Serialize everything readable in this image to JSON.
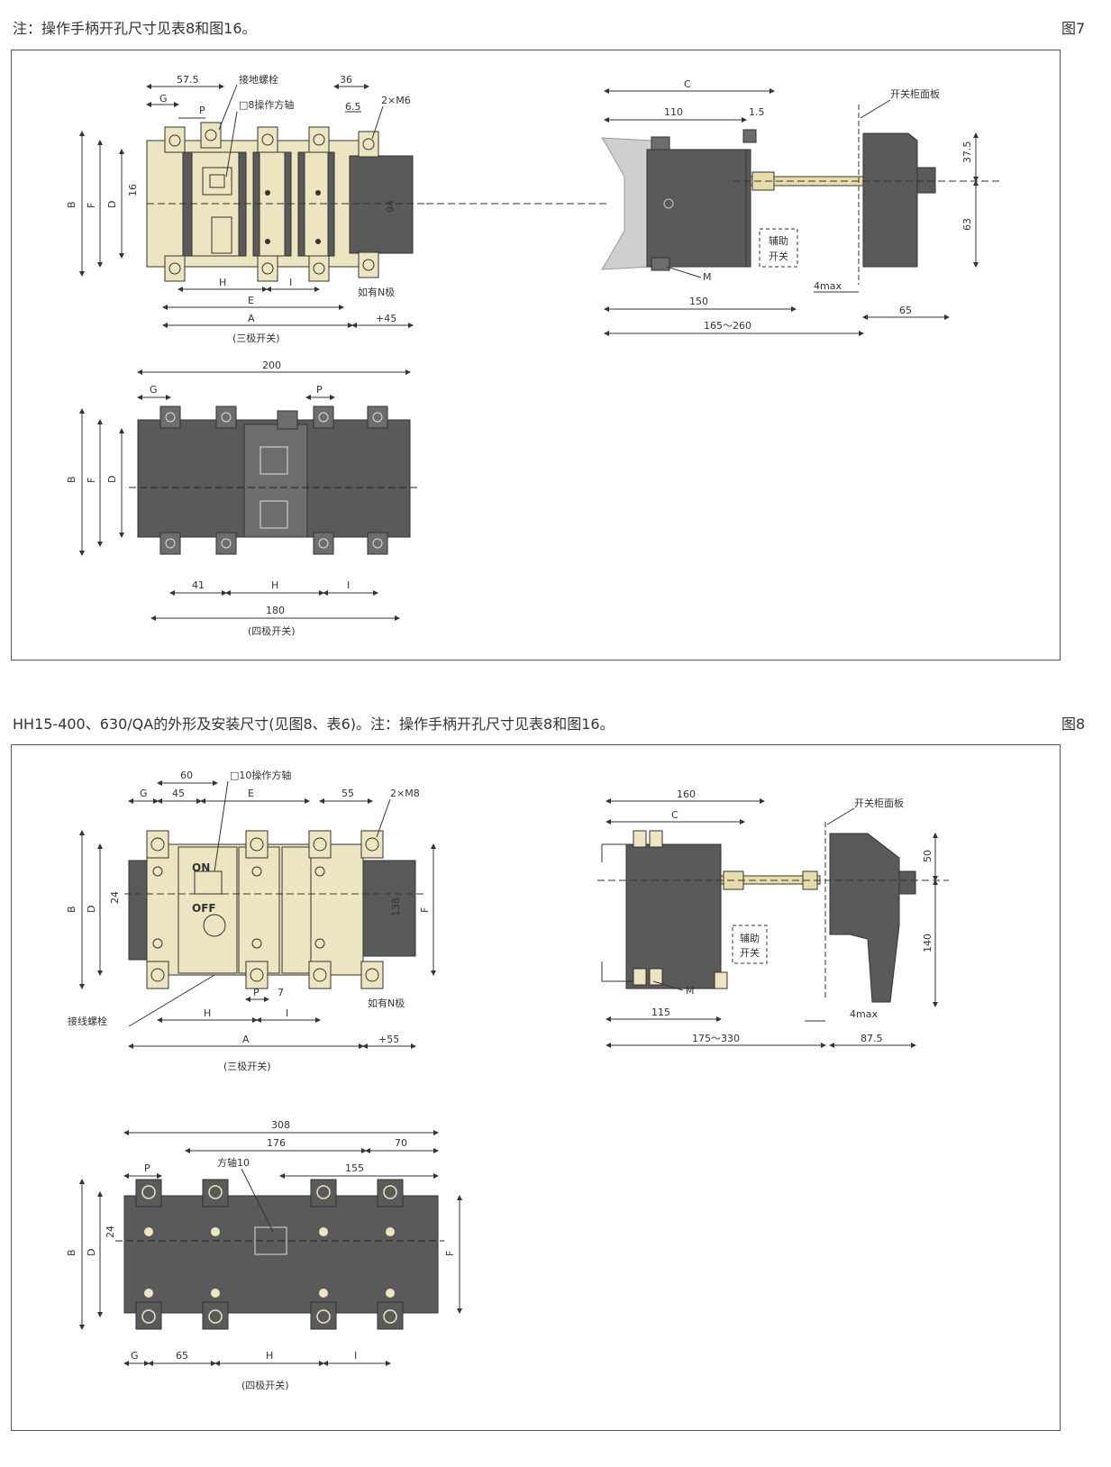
{
  "section1": {
    "note": "注：操作手柄开孔尺寸见表8和图16。",
    "fig_label": "图7",
    "three_pole": {
      "dims": {
        "d57_5": "57.5",
        "g": "G",
        "p": "P",
        "ground_bolt": "接地螺栓",
        "shaft8": "□8操作方轴",
        "d36": "36",
        "d6_5": "6.5",
        "m6": "2×M6",
        "b": "B",
        "f": "F",
        "d": "D",
        "d16": "16",
        "d94": "94",
        "h": "H",
        "i": "I",
        "e": "E",
        "a": "A",
        "plus45": "+45",
        "n_pole": "如有N极"
      },
      "caption": "(三极开关)"
    },
    "four_pole": {
      "dims": {
        "d200": "200",
        "g": "G",
        "p": "P",
        "b": "B",
        "f": "F",
        "d": "D",
        "d41": "41",
        "h": "H",
        "i": "I",
        "d180": "180"
      },
      "caption": "(四极开关)"
    },
    "side": {
      "dims": {
        "c": "C",
        "d110": "110",
        "d1_5": "1.5",
        "panel": "开关柜面板",
        "d37_5": "37.5",
        "d63": "63",
        "aux1": "辅助",
        "aux2": "开关",
        "m": "M",
        "d4max": "4max",
        "d150": "150",
        "d65": "65",
        "d165_260": "165～260"
      }
    }
  },
  "section2": {
    "note": "HH15-400、630/QA的外形及安装尺寸(见图8、表6)。注：操作手柄开孔尺寸见表8和图16。",
    "fig_label": "图8",
    "three_pole": {
      "dims": {
        "d60": "60",
        "shaft10": "□10操作方轴",
        "g": "G",
        "d45": "45",
        "e": "E",
        "d55": "55",
        "m8": "2×M8",
        "b": "B",
        "d": "D",
        "d24": "24",
        "on": "ON",
        "off": "OFF",
        "d138": "138",
        "f": "F",
        "p": "P",
        "d7": "7",
        "h": "H",
        "i": "I",
        "a": "A",
        "plus55": "+55",
        "n_pole": "如有N极",
        "wire_bolt": "接线螺栓"
      },
      "caption": "(三极开关)"
    },
    "side": {
      "dims": {
        "d160": "160",
        "c": "C",
        "panel": "开关柜面板",
        "d50": "50",
        "d140": "140",
        "aux1": "辅助",
        "aux2": "开关",
        "m": "M",
        "d115": "115",
        "d4max": "4max",
        "d175_330": "175～330",
        "d87_5": "87.5"
      }
    },
    "four_pole": {
      "dims": {
        "d308": "308",
        "d176": "176",
        "d70": "70",
        "shaft": "方轴10",
        "d155": "155",
        "p": "P",
        "b": "B",
        "d": "D",
        "d24": "24",
        "f": "F",
        "g": "G",
        "d65": "65",
        "h": "H",
        "i": "I"
      },
      "caption": "(四极开关)"
    }
  },
  "colors": {
    "cream": "#ede4c2",
    "dark": "#5a5a5a",
    "mid": "#6d6d6d",
    "line": "#333333",
    "shaft": "#e8dcaa"
  }
}
